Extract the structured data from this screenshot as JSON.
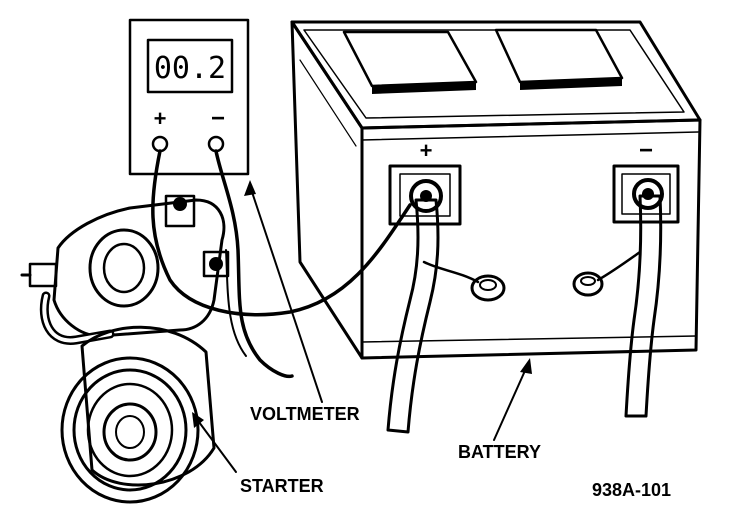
{
  "voltmeter": {
    "reading": "00.2",
    "positive_sign": "+",
    "negative_sign": "−"
  },
  "battery": {
    "positive_sign": "+",
    "negative_sign": "−"
  },
  "labels": {
    "voltmeter": "VOLTMETER",
    "battery": "BATTERY",
    "starter": "STARTER",
    "figure_id": "938A-101"
  }
}
